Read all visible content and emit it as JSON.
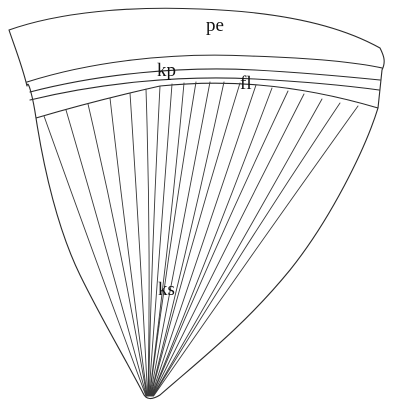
{
  "figure": {
    "labels": {
      "periostracum": "pe",
      "outer_prismatic_layer": "kp",
      "foliated_layer": "fl",
      "inner_prismatic_layer": "ks"
    }
  }
}
